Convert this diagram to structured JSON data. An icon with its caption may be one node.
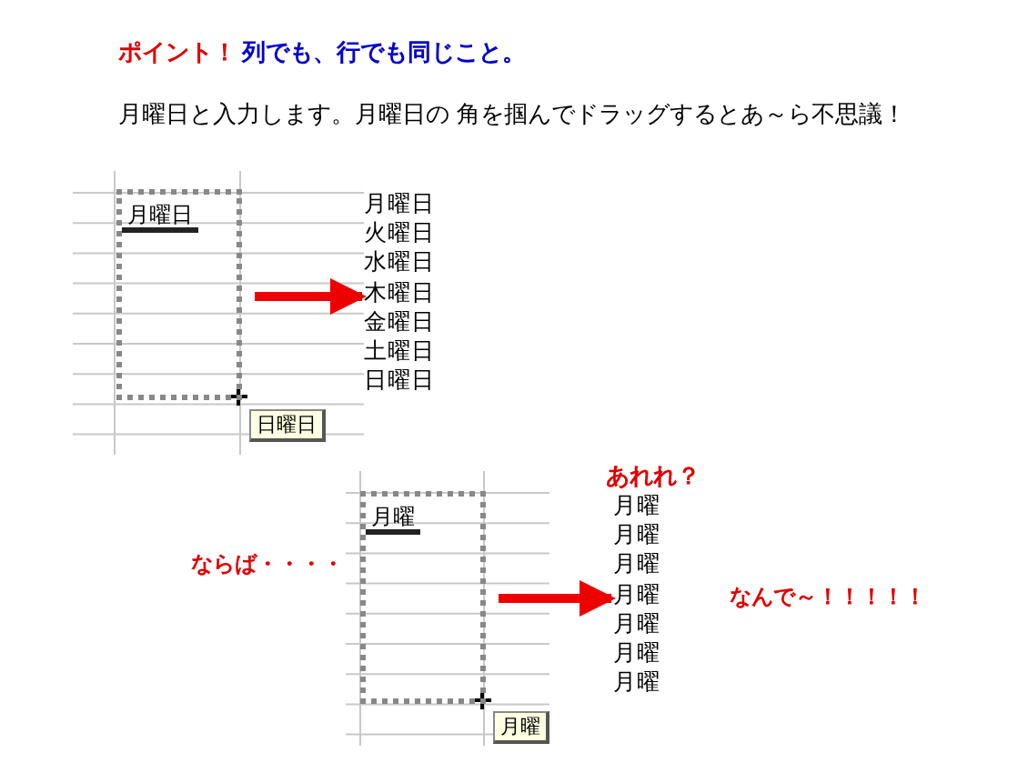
{
  "diagram": {
    "nodes": [
      {
        "text": [
          "月曜日"
        ]
      },
      {
        "text": [
          "月曜日",
          "火曜日",
          "水曜日",
          "木曜日",
          "金曜日",
          "土曜日",
          "日曜日"
        ]
      },
      {
        "text": [
          "月曜"
        ]
      },
      {
        "text": [
          "月曜",
          "月曜",
          "月曜",
          "月曜",
          "月曜",
          "月曜",
          "月曜"
        ]
      }
    ],
    "edges": [
      {
        "from": 0,
        "to": 1,
        "arrow": "to"
      },
      {
        "from": 2,
        "to": 3,
        "arrow": "to"
      }
    ],
    "labels": [
      "ポイント！",
      "列でも、行でも同じこと。",
      "月曜日と入力します。月曜日の 角を掴んでドラッグするとあ～ら不思議！",
      "日曜日",
      "あれれ？",
      "ならば・・・・",
      "なんで～！！！！！",
      "月曜"
    ]
  }
}
